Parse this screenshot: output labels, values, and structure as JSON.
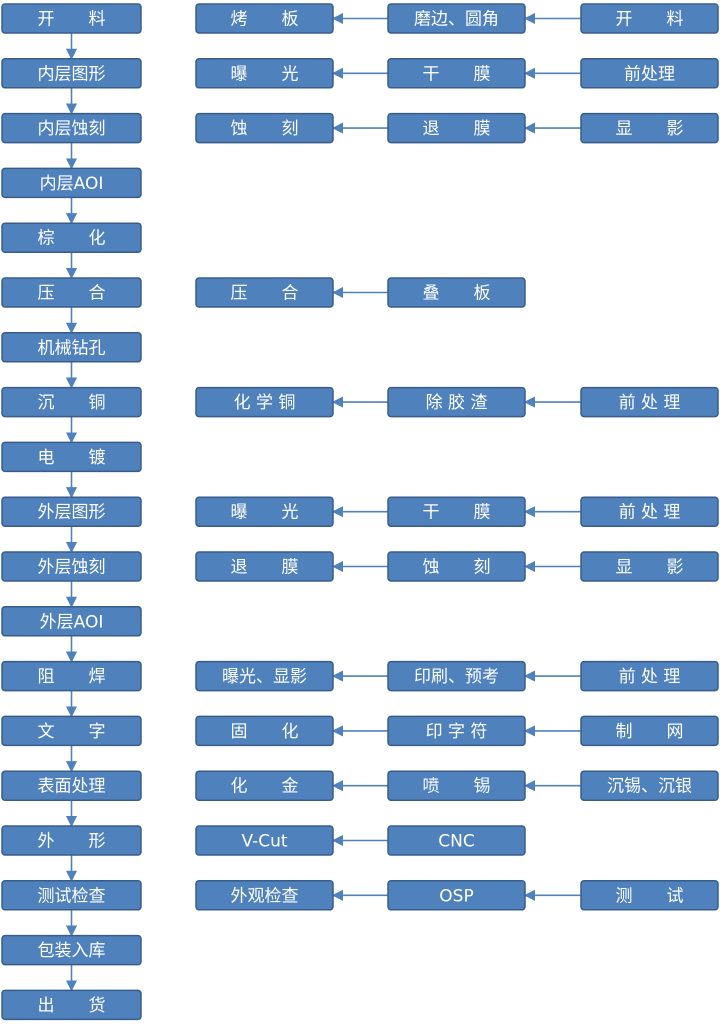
{
  "colors": {
    "box_fill": "#4f81bd",
    "box_stroke": "#385d8a",
    "box_text": "#ffffff",
    "arrow": "#4f81bd"
  },
  "main_steps": [
    "开　　料",
    "内层图形",
    "内层蚀刻",
    "内层AOI",
    "棕　　化",
    "压　　合",
    "机械钻孔",
    "沉　　铜",
    "电　　镀",
    "外层图形",
    "外层蚀刻",
    "外层AOI",
    "阻　　焊",
    "文　　字",
    "表面处理",
    "外　　形",
    "测试检查",
    "包装入库",
    "出　　货"
  ],
  "sub_steps": [
    {
      "row": 0,
      "col1": "烤　　板",
      "col2": "磨边、圆角",
      "col3": "开　　料"
    },
    {
      "row": 1,
      "col1": "曝　　光",
      "col2": "干　　膜",
      "col3": "前处理"
    },
    {
      "row": 2,
      "col1": "蚀　　刻",
      "col2": "退　　膜",
      "col3": "显　　影"
    },
    {
      "row": 5,
      "col1": "压　　合",
      "col2": "叠　　板",
      "col3": null
    },
    {
      "row": 7,
      "col1": "化 学 铜",
      "col2": "除 胶 渣",
      "col3": "前 处 理"
    },
    {
      "row": 9,
      "col1": "曝　　光",
      "col2": "干　　膜",
      "col3": "前 处 理"
    },
    {
      "row": 10,
      "col1": "退　　膜",
      "col2": "蚀　　刻",
      "col3": "显　　影"
    },
    {
      "row": 12,
      "col1": "曝光、显影",
      "col2": "印刷、预考",
      "col3": "前 处 理"
    },
    {
      "row": 13,
      "col1": "固　　化",
      "col2": "印 字 符",
      "col3": "制　　网"
    },
    {
      "row": 14,
      "col1": "化　　金",
      "col2": "喷　　锡",
      "col3": "沉锡、沉银"
    },
    {
      "row": 15,
      "col1": "V-Cut",
      "col2": "CNC",
      "col3": null
    },
    {
      "row": 16,
      "col1": "外观检查",
      "col2": "OSP",
      "col3": "测　　试"
    }
  ]
}
